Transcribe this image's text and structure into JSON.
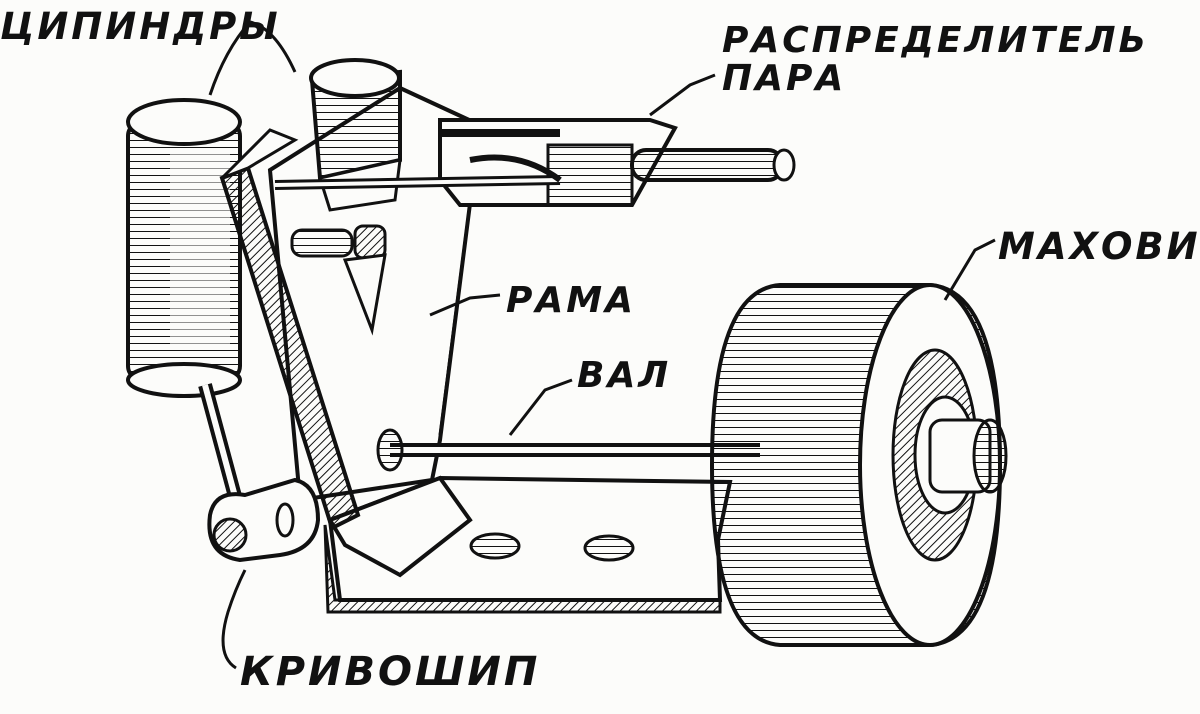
{
  "diagram": {
    "labels": {
      "cylinders": "ЦИПИНДРЫ",
      "distributor_line1": "РАСПРЕДЕЛИТЕЛЬ",
      "distributor_line2": "ПАРА",
      "flywheel": "МАХОВИК",
      "frame": "РАМА",
      "shaft": "ВАЛ",
      "crank": "КРИВОШИП"
    },
    "colors": {
      "ink": "#111111",
      "paper": "#fcfcfa"
    }
  }
}
